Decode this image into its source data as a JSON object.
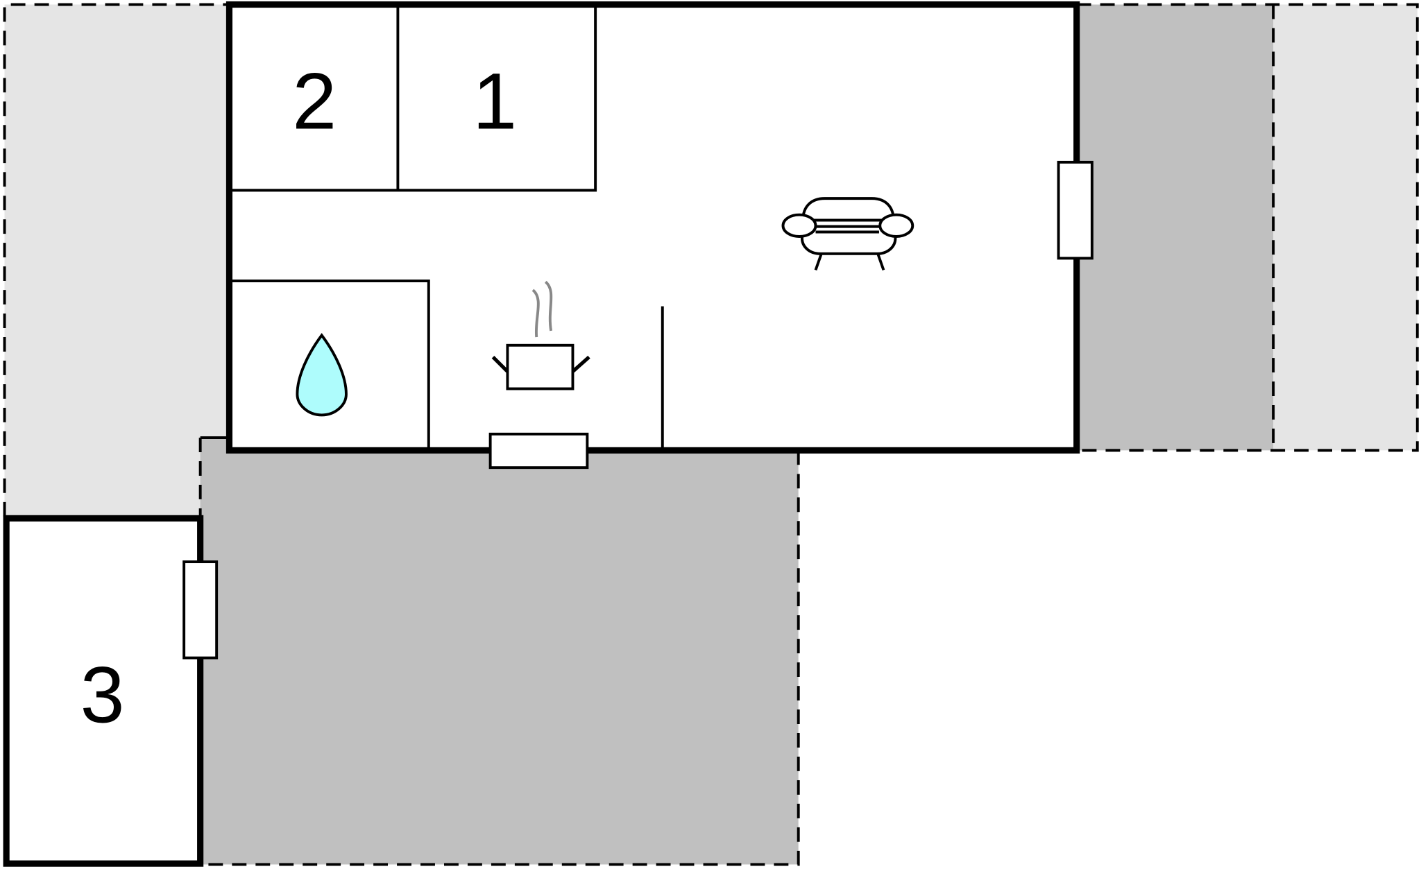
{
  "floorplan": {
    "rooms": [
      {
        "id": "bedroom-2",
        "label": "2"
      },
      {
        "id": "bedroom-1",
        "label": "1"
      },
      {
        "id": "bedroom-3",
        "label": "3"
      }
    ],
    "icons": [
      {
        "name": "bathroom",
        "icon": "water-drop-icon"
      },
      {
        "name": "kitchen",
        "icon": "cooking-pot-icon"
      },
      {
        "name": "living-room",
        "icon": "armchair-icon"
      }
    ],
    "colors": {
      "wall": "#000000",
      "terrace_dark": "#c0c0c0",
      "terrace_light": "#e5e5e5",
      "water": "#aefcfc",
      "steam": "#888888",
      "interior": "#ffffff"
    }
  }
}
